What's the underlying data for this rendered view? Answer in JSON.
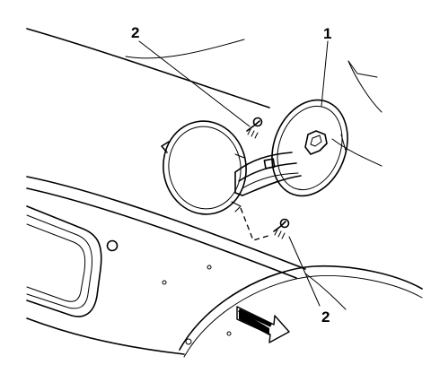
{
  "callouts": {
    "fuel_door": "1",
    "upper_screw": "2",
    "lower_screw": "2"
  },
  "colors": {
    "line": "#000000",
    "background": "#ffffff"
  },
  "icons": {
    "direction_arrow": "forward-arrow-icon"
  }
}
